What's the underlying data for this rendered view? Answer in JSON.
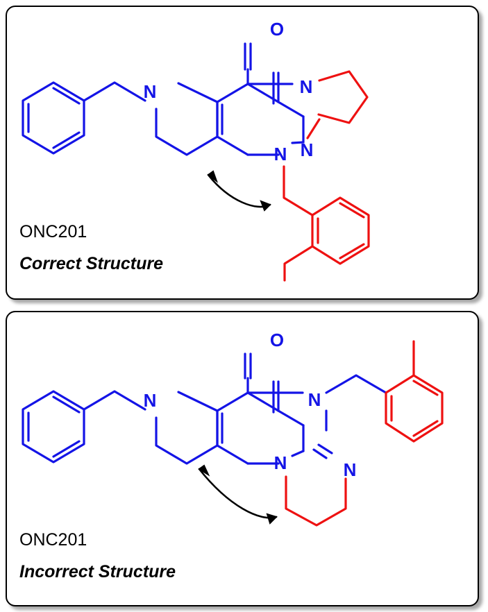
{
  "figure": {
    "title": "ONC201 correct vs incorrect structure comparison",
    "panels": [
      {
        "id": "correct",
        "compound_name": "ONC201",
        "status_label": "Correct Structure",
        "atom_labels": [
          "O",
          "N",
          "N",
          "N",
          "N"
        ],
        "colors": {
          "blue": "#1414e6",
          "red": "#ee1111",
          "black": "#000000",
          "background": "#ffffff"
        },
        "annotation": "curved-arrow-pointing-to-benzyl-nitrogen"
      },
      {
        "id": "incorrect",
        "compound_name": "ONC201",
        "status_label": "Incorrect Structure",
        "atom_labels": [
          "O",
          "N",
          "N",
          "N",
          "N"
        ],
        "colors": {
          "blue": "#1414e6",
          "red": "#ee1111",
          "black": "#000000",
          "background": "#ffffff"
        },
        "annotation": "curved-arrow-pointing-to-imidazoline-ring"
      }
    ]
  },
  "chart_data": {
    "type": "diagram",
    "title": "ONC201 structural comparison",
    "items": [
      {
        "name": "ONC201",
        "caption": "Correct Structure"
      },
      {
        "name": "ONC201",
        "caption": "Incorrect Structure"
      }
    ]
  }
}
